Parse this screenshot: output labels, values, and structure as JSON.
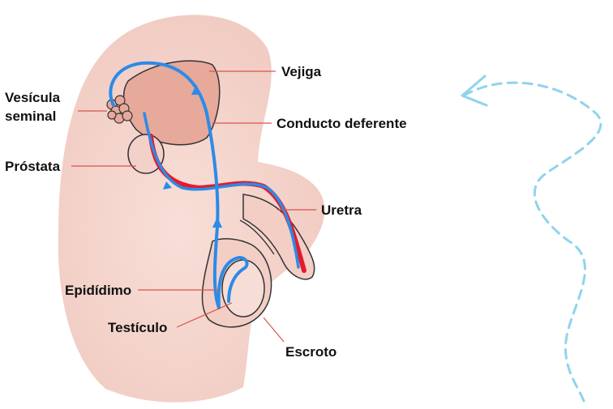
{
  "labels": {
    "vejiga": "Vejiga",
    "vesicula_line1": "Vesícula",
    "vesicula_line2": "seminal",
    "conducto": "Conducto deferente",
    "prostata": "Próstata",
    "uretra": "Uretra",
    "epididimo": "Epidídimo",
    "testiculo": "Testículo",
    "escroto": "Escroto"
  },
  "colors": {
    "body_fill": "#f6d9d2",
    "bladder_fill": "#e7a99a",
    "leader_line": "#d9534f",
    "sperm_path": "#2b8be8",
    "urethra": "#e31b2e",
    "dashed_arrow": "#8fd3ee"
  }
}
